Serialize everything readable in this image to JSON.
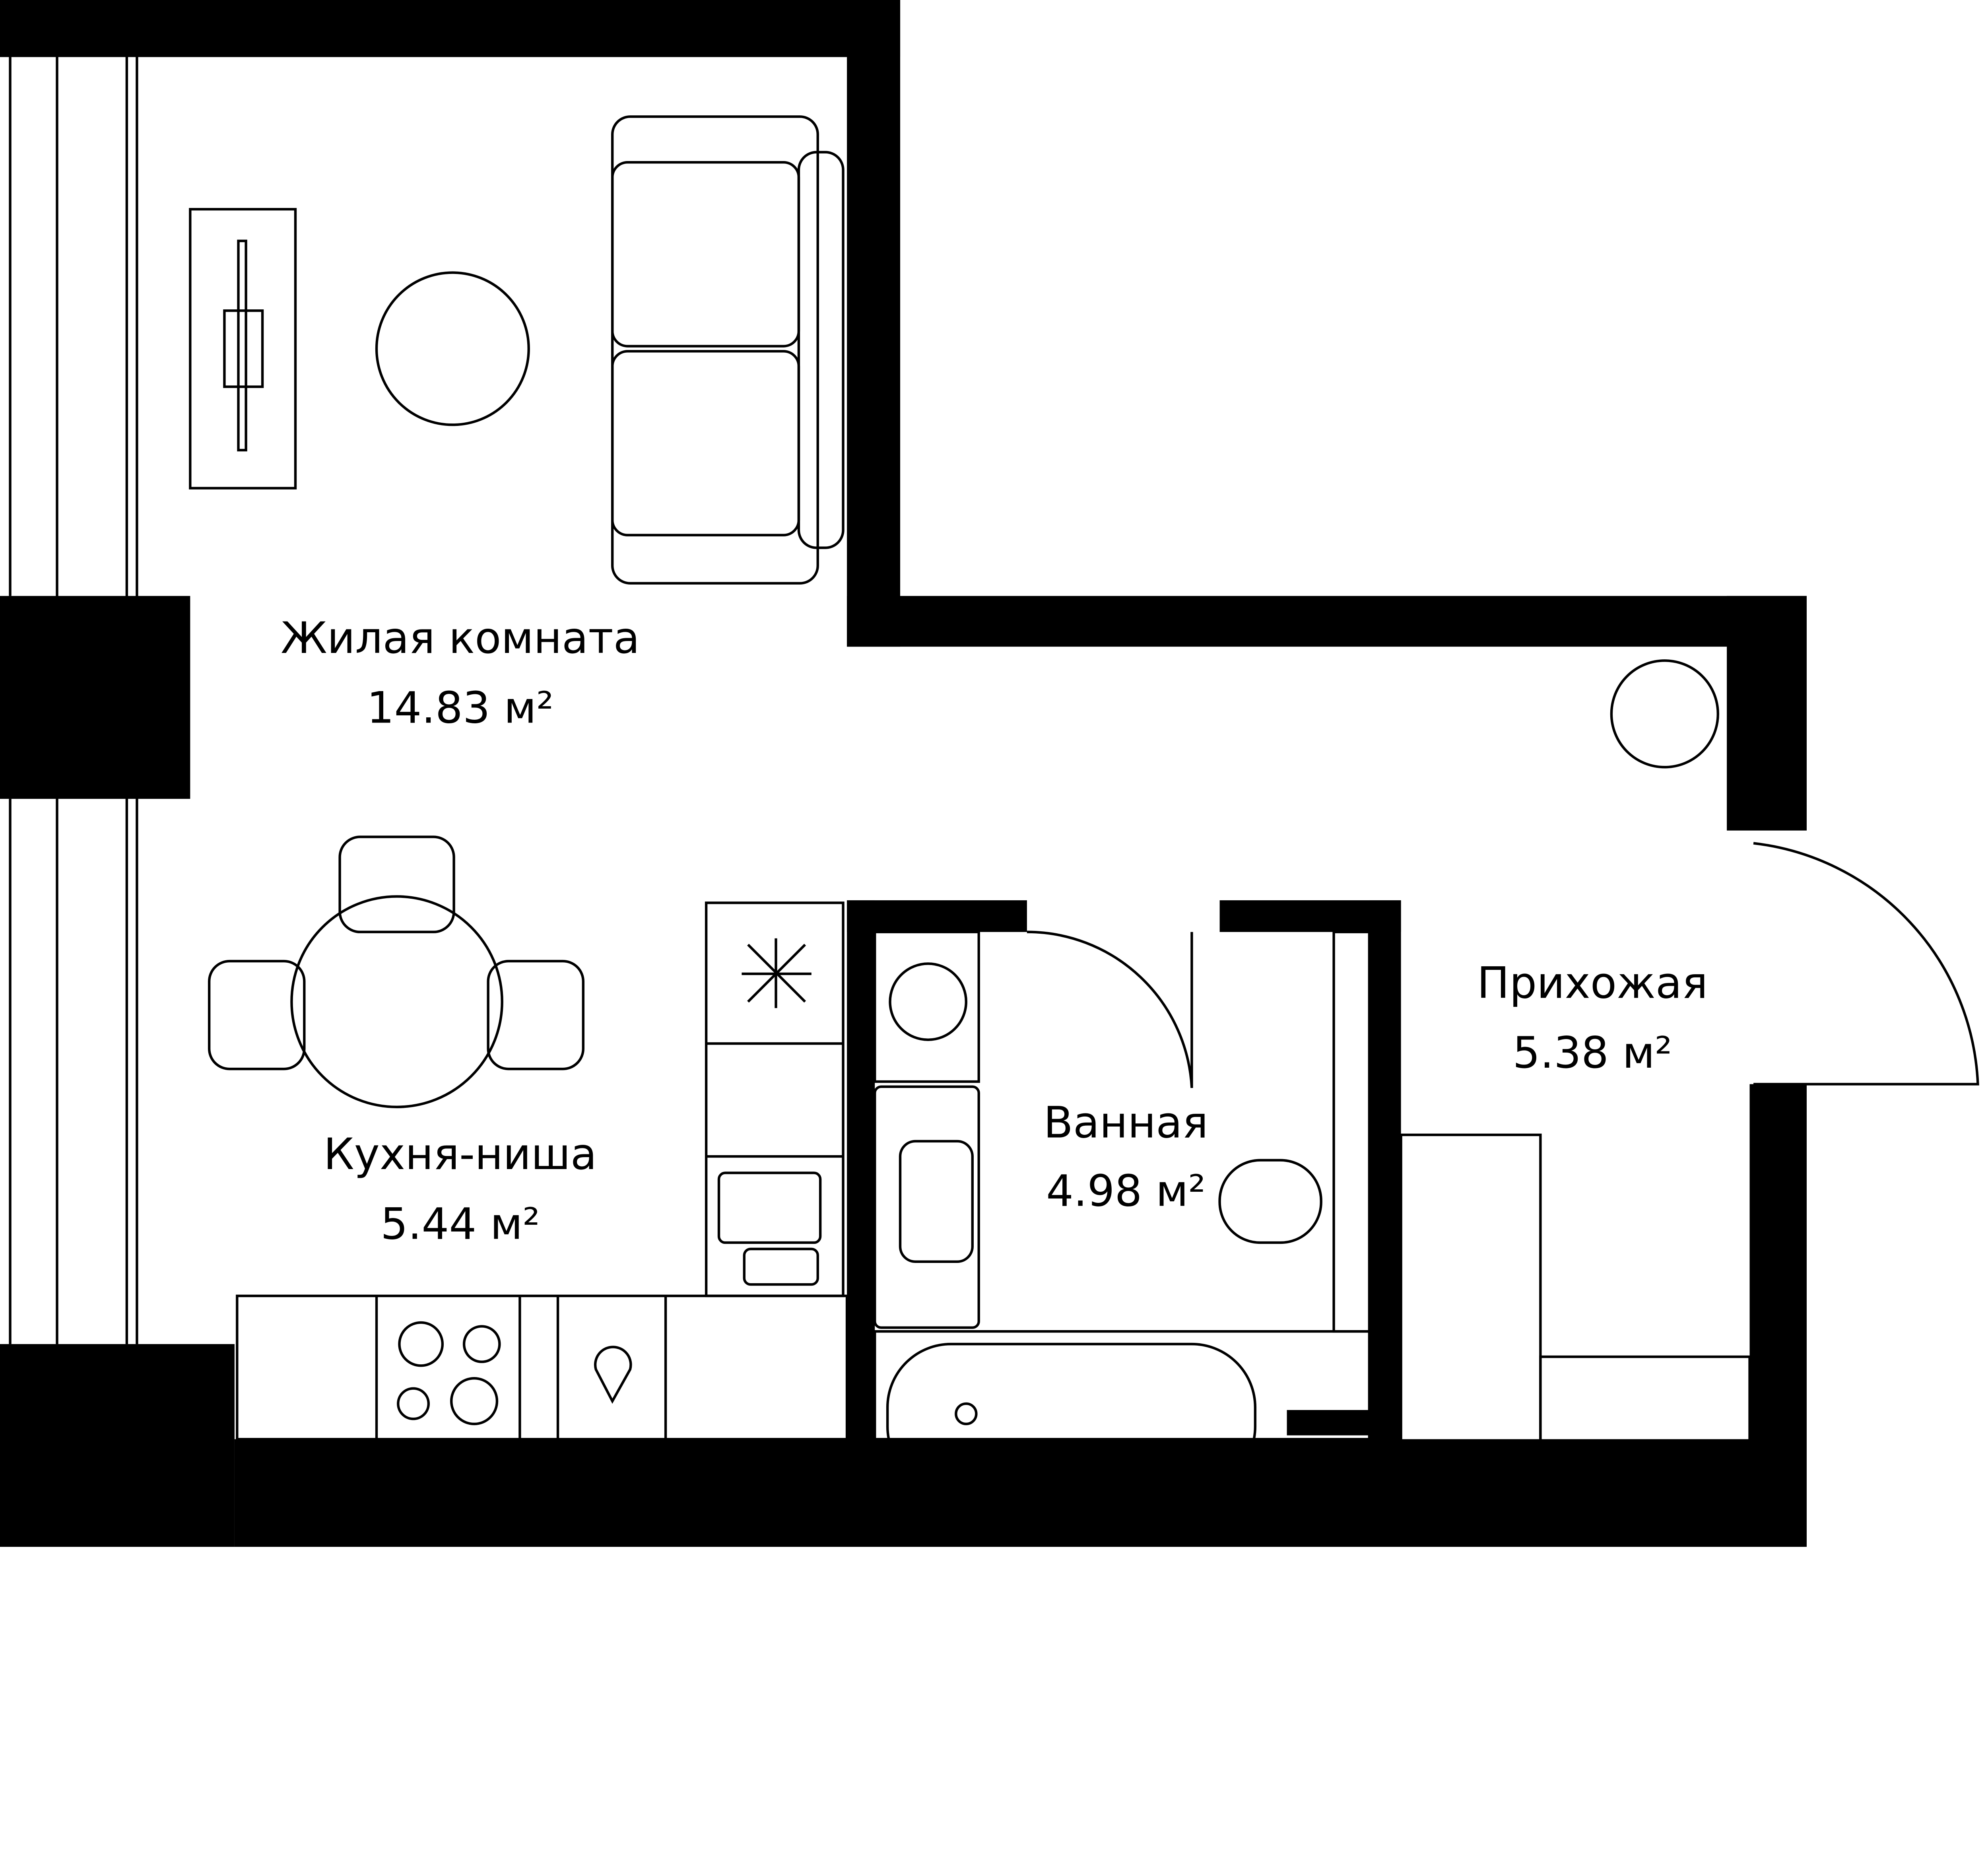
{
  "rooms": [
    {
      "name": "Жилая комната",
      "area": "14.83 м²"
    },
    {
      "name": "Кухня-ниша",
      "area": "5.44 м²"
    },
    {
      "name": "Ванная",
      "area": "4.98 м²"
    },
    {
      "name": "Прихожая",
      "area": "5.38 м²"
    }
  ],
  "colors": {
    "wall": "#000000",
    "background": "#ffffff"
  }
}
